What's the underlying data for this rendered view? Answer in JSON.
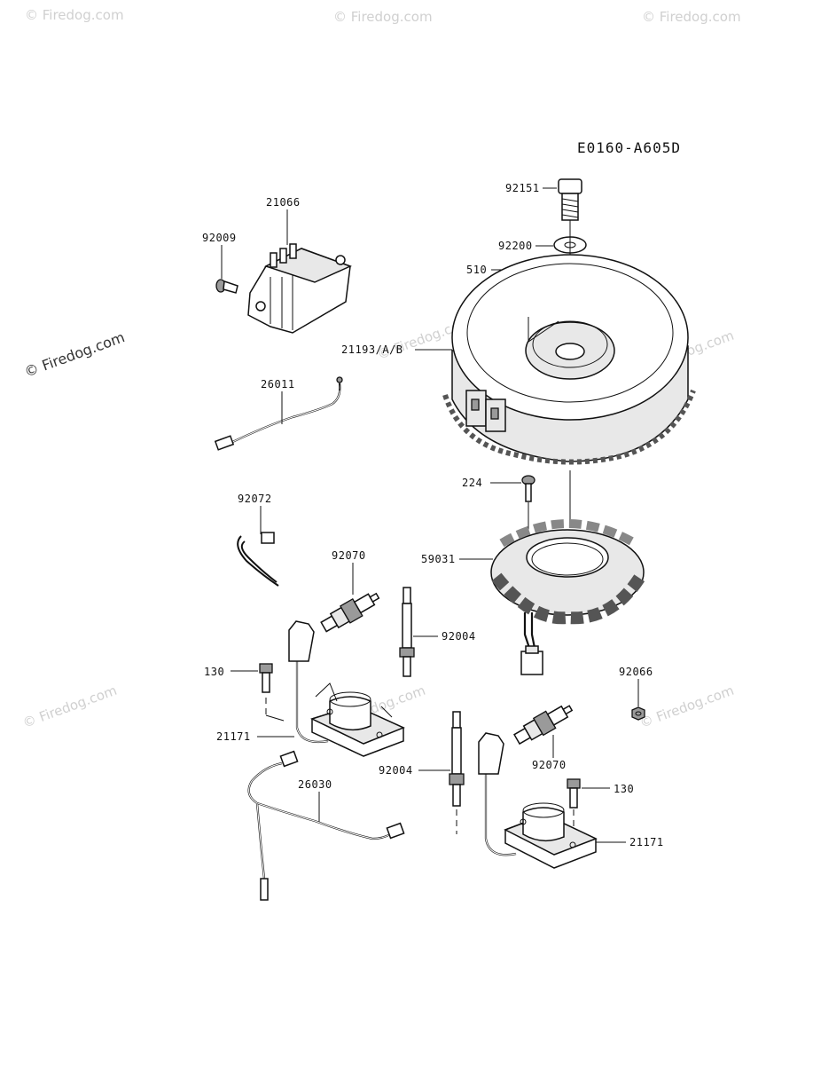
{
  "diagram": {
    "code": "E0160-A605D",
    "watermark": "© Firedog.com",
    "labels": {
      "p92151": "92151",
      "p92200": "92200",
      "p510": "510",
      "p21193": "21193/A/B",
      "p21066": "21066",
      "p92009": "92009",
      "p26011": "26011",
      "p92072": "92072",
      "p224": "224",
      "p59031": "59031",
      "p92070a": "92070",
      "p92004a": "92004",
      "p130a": "130",
      "p21171a": "21171",
      "p26030": "26030",
      "p92004b": "92004",
      "p92070b": "92070",
      "p130b": "130",
      "p21171b": "21171",
      "p92066": "92066"
    }
  }
}
